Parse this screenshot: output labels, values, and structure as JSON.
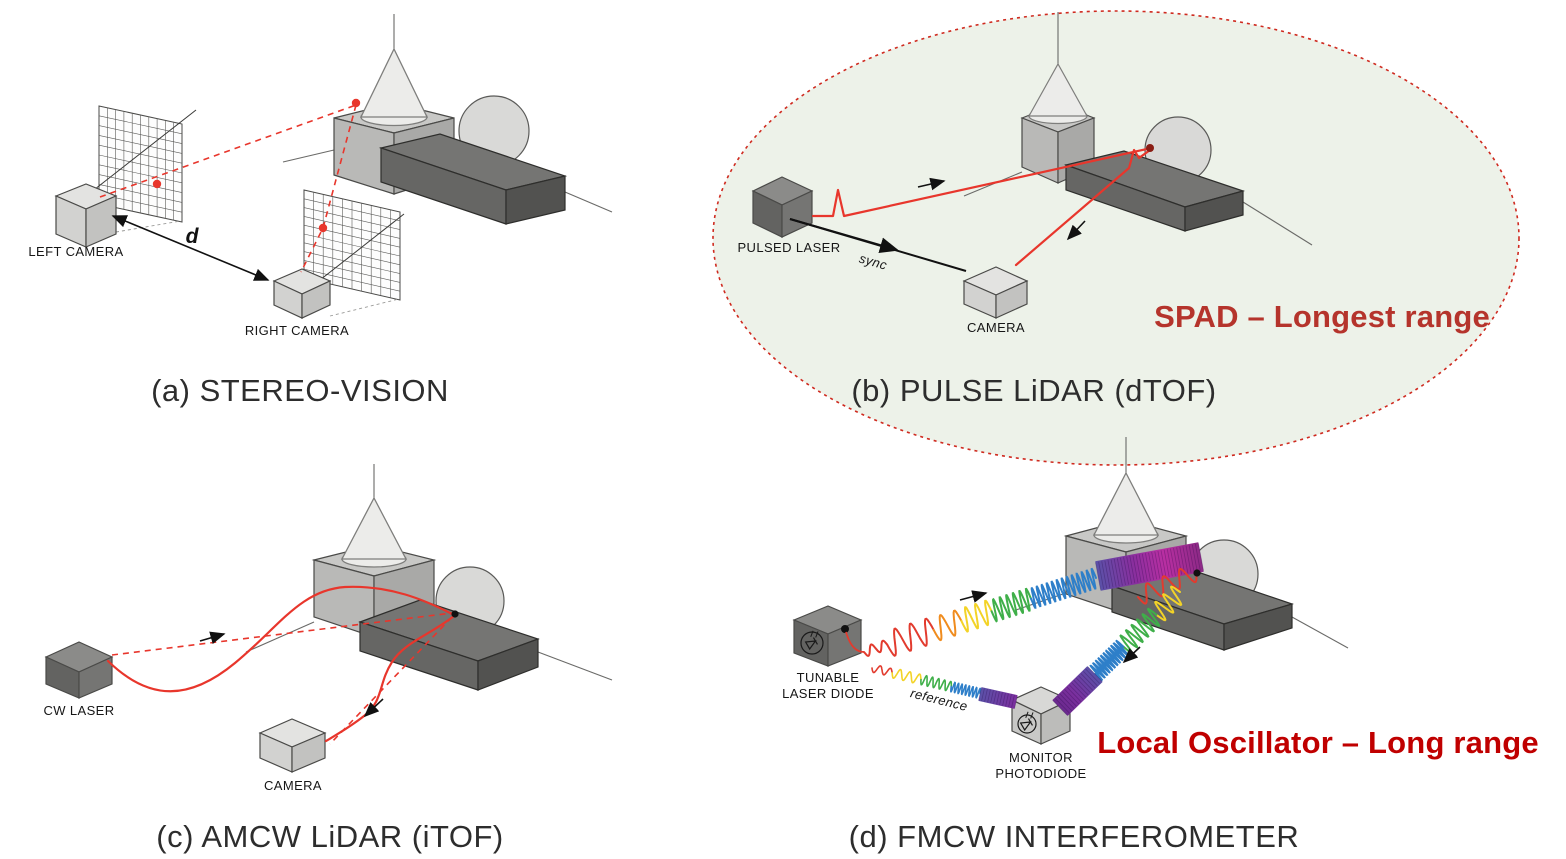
{
  "figure": {
    "panels": {
      "a": {
        "caption": "(a) STEREO-VISION",
        "left_camera_label": "LEFT CAMERA",
        "right_camera_label": "RIGHT CAMERA",
        "baseline_label": "d"
      },
      "b": {
        "caption": "(b) PULSE LiDAR (dTOF)",
        "laser_label": "PULSED LASER",
        "sync_label": "sync",
        "camera_label": "CAMERA",
        "annotation": "SPAD – Longest range"
      },
      "c": {
        "caption": "(c) AMCW LiDAR (iTOF)",
        "laser_label": "CW LASER",
        "camera_label": "CAMERA"
      },
      "d": {
        "caption": "(d) FMCW INTERFEROMETER",
        "laser_label_line1": "TUNABLE",
        "laser_label_line2": "LASER DIODE",
        "detector_label_line1": "MONITOR",
        "detector_label_line2": "PHOTODIODE",
        "reference_label": "reference",
        "annotation": "Local Oscillator – Long range"
      }
    },
    "colors": {
      "beam_red": "#e8362c",
      "spad_annotation_red": "#b5342c",
      "local_osc_annotation_red": "#c00000",
      "highlight_ellipse_fill": "#edf2e9",
      "highlight_ellipse_border": "#cf2a1f",
      "background": "#ffffff"
    }
  }
}
